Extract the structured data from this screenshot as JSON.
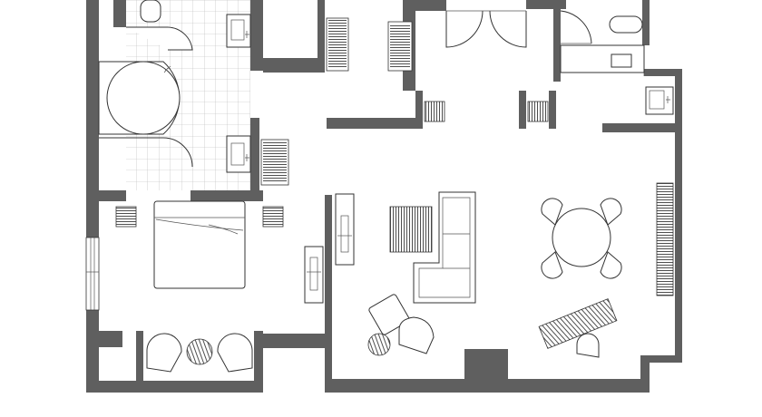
{
  "plan": {
    "rooms": [
      {
        "name": "bathroom",
        "fixtures": [
          "toilet",
          "bathtub",
          "vanity",
          "vanity",
          "shower"
        ]
      },
      {
        "name": "bedroom",
        "fixtures": [
          "bed",
          "nightstand",
          "nightstand",
          "lounge-chair",
          "lounge-chair",
          "side-table"
        ]
      },
      {
        "name": "living-room",
        "fixtures": [
          "sofa",
          "ottoman",
          "lounge-chair",
          "side-table",
          "tv-console",
          "tv-console"
        ]
      },
      {
        "name": "dining-area",
        "fixtures": [
          "round-table",
          "chair",
          "chair",
          "chair",
          "chair",
          "bench-table",
          "chair",
          "credenza"
        ]
      },
      {
        "name": "entry",
        "fixtures": [
          "double-door",
          "closet",
          "closet"
        ]
      },
      {
        "name": "powder-room",
        "fixtures": [
          "toilet",
          "sink",
          "counter"
        ]
      }
    ],
    "colors": {
      "wall": "#5f5f5f",
      "line": "#333333",
      "tile": "#b5b5b5",
      "background": "#ffffff"
    }
  }
}
